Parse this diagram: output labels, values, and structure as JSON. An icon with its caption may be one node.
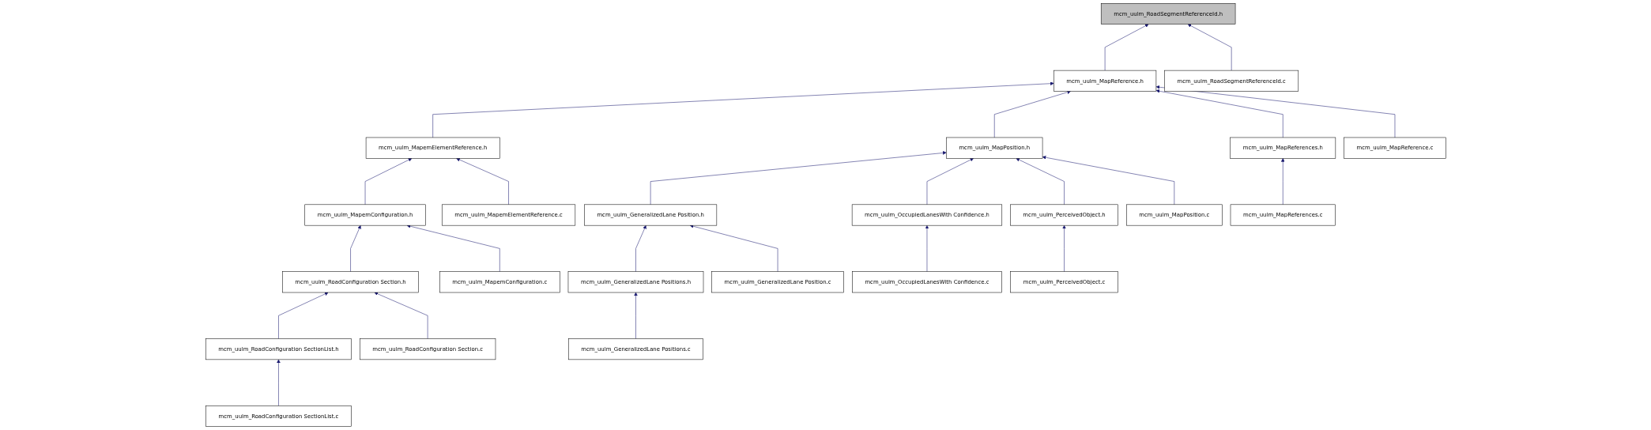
{
  "diagram": {
    "nodes": [
      {
        "text": [
          "mcm_uulm_RoadSegmentReferenceId.h"
        ]
      },
      {
        "text": [
          "mcm_uulm_MapReference.h"
        ]
      },
      {
        "text": [
          "mcm_uulm_RoadSegmentReferenceId.c"
        ]
      },
      {
        "text": [
          "mcm_uulm_MapemElementReference.h"
        ]
      },
      {
        "text": [
          "mcm_uulm_MapPosition.h"
        ]
      },
      {
        "text": [
          "mcm_uulm_MapReferences.h"
        ]
      },
      {
        "text": [
          "mcm_uulm_MapReference.c"
        ]
      },
      {
        "text": [
          "mcm_uulm_MapemConfiguration.h"
        ]
      },
      {
        "text": [
          "mcm_uulm_MapemElementReference.c"
        ]
      },
      {
        "text": [
          "mcm_uulm_GeneralizedLane Position.h"
        ]
      },
      {
        "text": [
          "mcm_uulm_OccupiedLanesWith Confidence.h"
        ]
      },
      {
        "text": [
          "mcm_uulm_PerceivedObject.h"
        ]
      },
      {
        "text": [
          "mcm_uulm_MapPosition.c"
        ]
      },
      {
        "text": [
          "mcm_uulm_MapReferences.c"
        ]
      },
      {
        "text": [
          "mcm_uulm_RoadConfiguration Section.h"
        ]
      },
      {
        "text": [
          "mcm_uulm_MapemConfiguration.c"
        ]
      },
      {
        "text": [
          "mcm_uulm_GeneralizedLane Positions.h"
        ]
      },
      {
        "text": [
          "mcm_uulm_GeneralizedLane Position.c"
        ]
      },
      {
        "text": [
          "mcm_uulm_OccupiedLanesWith Confidence.c"
        ]
      },
      {
        "text": [
          "mcm_uulm_PerceivedObject.c"
        ]
      },
      {
        "text": [
          "mcm_uulm_RoadConfiguration SectionList.h"
        ]
      },
      {
        "text": [
          "mcm_uulm_RoadConfiguration Section.c"
        ]
      },
      {
        "text": [
          "mcm_uulm_GeneralizedLane Positions.c"
        ]
      },
      {
        "text": [
          "mcm_uulm_RoadConfiguration SectionList.c"
        ]
      }
    ],
    "edges": [
      {
        "from": 1,
        "to": 0,
        "arrow": "to"
      },
      {
        "from": 2,
        "to": 0,
        "arrow": "to"
      },
      {
        "from": 3,
        "to": 1,
        "arrow": "to"
      },
      {
        "from": 4,
        "to": 1,
        "arrow": "to"
      },
      {
        "from": 5,
        "to": 1,
        "arrow": "to"
      },
      {
        "from": 6,
        "to": 1,
        "arrow": "to"
      },
      {
        "from": 7,
        "to": 3,
        "arrow": "to"
      },
      {
        "from": 8,
        "to": 3,
        "arrow": "to"
      },
      {
        "from": 9,
        "to": 4,
        "arrow": "to"
      },
      {
        "from": 10,
        "to": 4,
        "arrow": "to"
      },
      {
        "from": 11,
        "to": 4,
        "arrow": "to"
      },
      {
        "from": 12,
        "to": 4,
        "arrow": "to"
      },
      {
        "from": 13,
        "to": 5,
        "arrow": "to"
      },
      {
        "from": 14,
        "to": 7,
        "arrow": "to"
      },
      {
        "from": 15,
        "to": 7,
        "arrow": "to"
      },
      {
        "from": 16,
        "to": 9,
        "arrow": "to"
      },
      {
        "from": 17,
        "to": 9,
        "arrow": "to"
      },
      {
        "from": 18,
        "to": 10,
        "arrow": "to"
      },
      {
        "from": 19,
        "to": 11,
        "arrow": "to"
      },
      {
        "from": 20,
        "to": 14,
        "arrow": "to"
      },
      {
        "from": 21,
        "to": 14,
        "arrow": "to"
      },
      {
        "from": 22,
        "to": 16,
        "arrow": "to"
      },
      {
        "from": 23,
        "to": 20,
        "arrow": "to"
      }
    ]
  }
}
